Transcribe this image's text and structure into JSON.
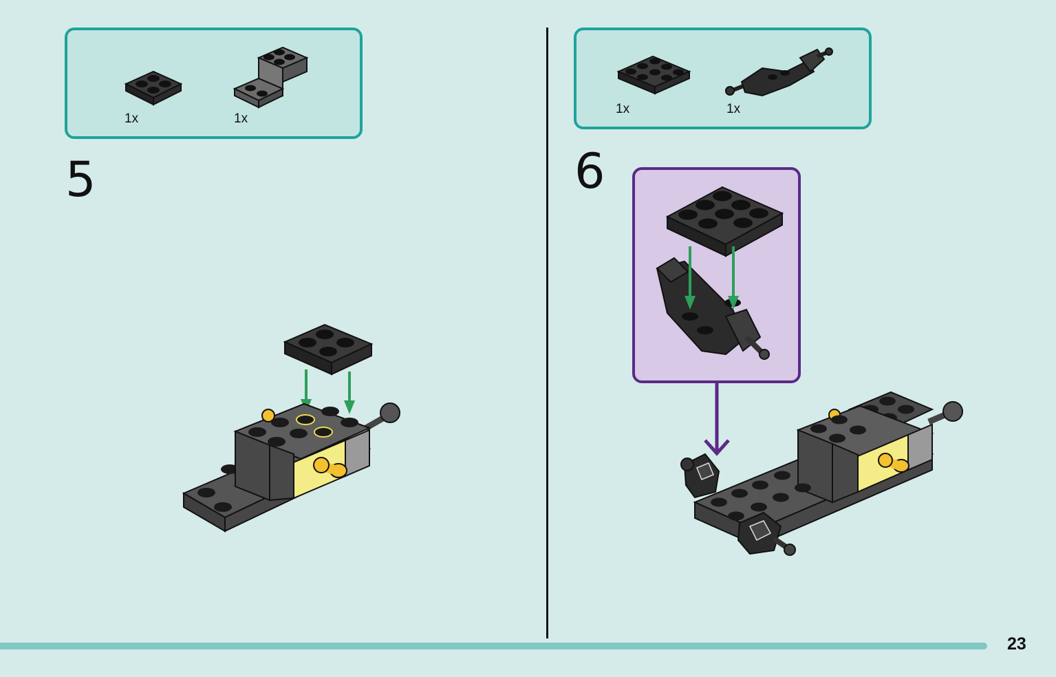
{
  "page": {
    "number": "23",
    "background_color": "#d5ebea",
    "accent_color": "#1fa39a",
    "callout_color": "#5b2a86"
  },
  "steps": [
    {
      "number": "5",
      "parts": [
        {
          "icon": "plate-2x2-black-icon",
          "quantity": "1x"
        },
        {
          "icon": "bracket-gray-icon",
          "quantity": "1x"
        }
      ]
    },
    {
      "number": "6",
      "parts": [
        {
          "icon": "plate-2x3-black-icon",
          "quantity": "1x"
        },
        {
          "icon": "axle-holder-black-icon",
          "quantity": "1x"
        }
      ]
    }
  ]
}
